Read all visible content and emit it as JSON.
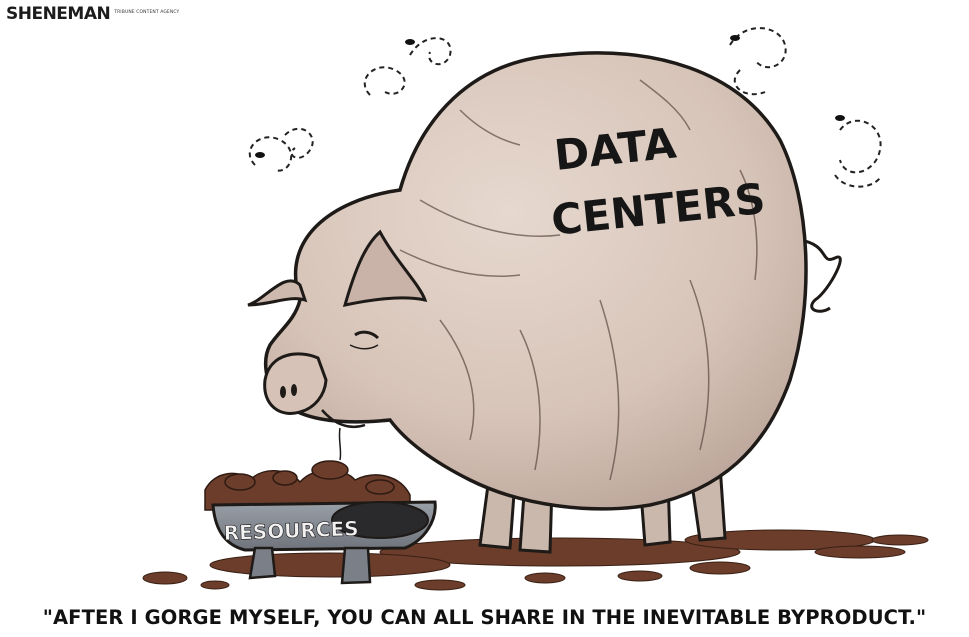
{
  "signature": {
    "artist": "SHENEMAN",
    "agency": "TRIBUNE CONTENT AGENCY"
  },
  "pig": {
    "label_line1": "DATA",
    "label_line2": "CENTERS",
    "body_color": "#d9c7bd",
    "shadow_color": "#b9a399",
    "outline_color": "#1e1a18"
  },
  "trough": {
    "label": "RESOURCES",
    "color": "#8a8f98"
  },
  "mud_color": "#6b3d2a",
  "caption": "\"AFTER I GORGE MYSELF, YOU CAN ALL SHARE IN THE INEVITABLE BYPRODUCT.\""
}
